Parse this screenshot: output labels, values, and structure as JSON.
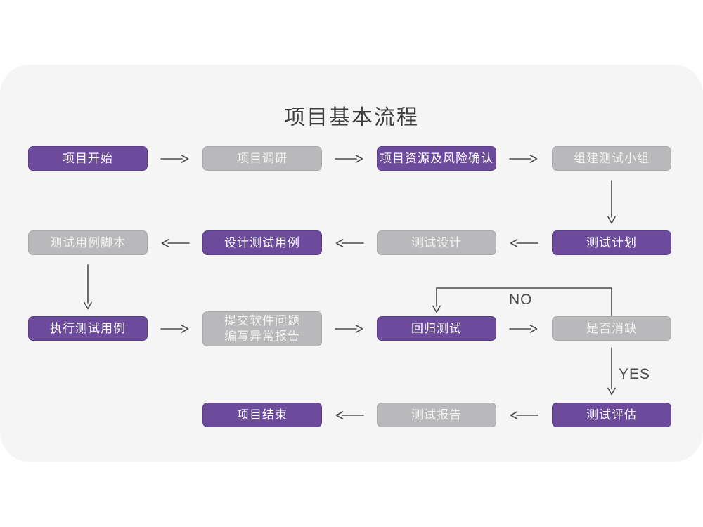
{
  "title": "项目基本流程",
  "labels": {
    "no": "NO",
    "yes": "YES"
  },
  "colors": {
    "node_purple": "#6c4b9c",
    "node_gray": "#b9b9bb",
    "card_background": "#f5f5f6",
    "arrow": "#4d4d4d",
    "title_text": "#3e3e3e",
    "node_text": "#ffffff"
  },
  "nodes": [
    {
      "id": "project-start",
      "label": "项目开始",
      "variant": "purple",
      "row": 1,
      "col": 1
    },
    {
      "id": "project-research",
      "label": "项目调研",
      "variant": "gray",
      "row": 1,
      "col": 2
    },
    {
      "id": "resources-risk",
      "label": "项目资源及风险确认",
      "variant": "purple",
      "row": 1,
      "col": 3
    },
    {
      "id": "build-test-team",
      "label": "组建测试小组",
      "variant": "gray",
      "row": 1,
      "col": 4
    },
    {
      "id": "test-case-script",
      "label": "测试用例脚本",
      "variant": "gray",
      "row": 2,
      "col": 1
    },
    {
      "id": "design-test-cases",
      "label": "设计测试用例",
      "variant": "purple",
      "row": 2,
      "col": 2
    },
    {
      "id": "test-design",
      "label": "测试设计",
      "variant": "gray",
      "row": 2,
      "col": 3
    },
    {
      "id": "test-plan",
      "label": "测试计划",
      "variant": "purple",
      "row": 2,
      "col": 4
    },
    {
      "id": "execute-test-cases",
      "label": "执行测试用例",
      "variant": "purple",
      "row": 3,
      "col": 1
    },
    {
      "id": "submit-issue-report",
      "label": "提交软件问题\n编写异常报告",
      "variant": "gray",
      "row": 3,
      "col": 2
    },
    {
      "id": "regression-test",
      "label": "回归测试",
      "variant": "purple",
      "row": 3,
      "col": 3
    },
    {
      "id": "defect-cleared",
      "label": "是否消缺",
      "variant": "gray",
      "row": 3,
      "col": 4
    },
    {
      "id": "project-end",
      "label": "项目结束",
      "variant": "purple",
      "row": 4,
      "col": 2
    },
    {
      "id": "test-report",
      "label": "测试报告",
      "variant": "gray",
      "row": 4,
      "col": 3
    },
    {
      "id": "test-evaluation",
      "label": "测试评估",
      "variant": "purple",
      "row": 4,
      "col": 4
    }
  ],
  "edges": [
    {
      "from": "项目开始",
      "to": "项目调研"
    },
    {
      "from": "项目调研",
      "to": "项目资源及风险确认"
    },
    {
      "from": "项目资源及风险确认",
      "to": "组建测试小组"
    },
    {
      "from": "组建测试小组",
      "to": "测试计划"
    },
    {
      "from": "测试计划",
      "to": "测试设计"
    },
    {
      "from": "测试设计",
      "to": "设计测试用例"
    },
    {
      "from": "设计测试用例",
      "to": "测试用例脚本"
    },
    {
      "from": "测试用例脚本",
      "to": "执行测试用例"
    },
    {
      "from": "执行测试用例",
      "to": "提交软件问题 编写异常报告"
    },
    {
      "from": "提交软件问题 编写异常报告",
      "to": "回归测试"
    },
    {
      "from": "回归测试",
      "to": "是否消缺"
    },
    {
      "from": "是否消缺",
      "to": "回归测试",
      "label": "NO"
    },
    {
      "from": "是否消缺",
      "to": "测试评估",
      "label": "YES"
    },
    {
      "from": "测试评估",
      "to": "测试报告"
    },
    {
      "from": "测试报告",
      "to": "项目结束"
    }
  ]
}
